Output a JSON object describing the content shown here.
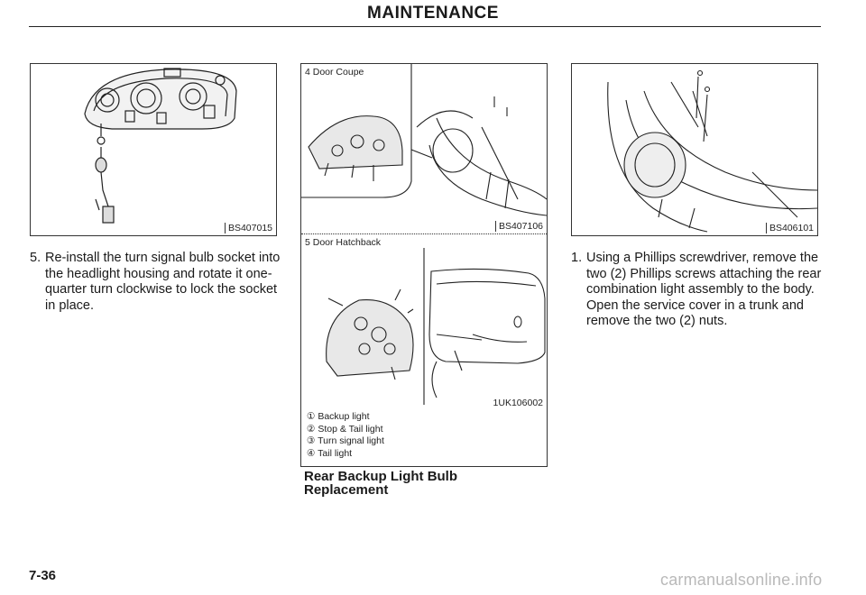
{
  "header": {
    "title": "MAINTENANCE"
  },
  "figures": {
    "headlight": {
      "code": "BS407015"
    },
    "rear_light": {
      "top_panel_label": "4 Door Coupe",
      "top_code": "BS407106",
      "bottom_panel_label": "5 Door Hatchback",
      "bottom_code": "1UK106002",
      "legend": [
        "① Backup light",
        "② Stop & Tail light",
        "③ Turn signal light",
        "④ Tail light"
      ]
    },
    "trunk": {
      "code": "BS406101"
    }
  },
  "steps": {
    "step5": {
      "number": "5.",
      "text": "Re-install the turn signal bulb socket into the headlight housing and rotate it one-quarter turn clockwise to lock the socket in place."
    },
    "step1": {
      "number": "1.",
      "text": "Using a Phillips screwdriver, remove the two (2) Phillips screws attaching the rear combination light assembly to the body. Open the service cover in a trunk and remove the two (2) nuts."
    }
  },
  "section_heading": "Rear Backup Light Bulb Replacement",
  "footer": {
    "page_number": "7-36",
    "watermark": "carmanualsonline.info"
  }
}
